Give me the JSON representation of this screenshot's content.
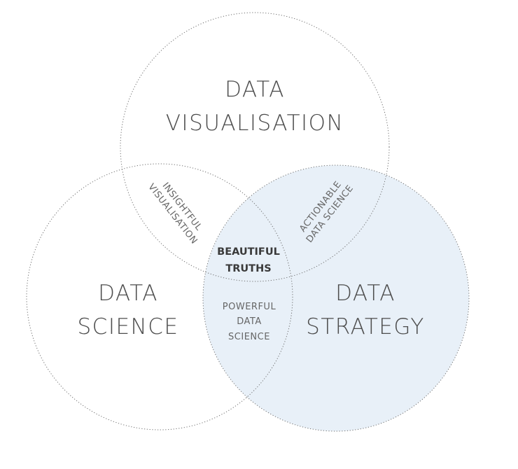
{
  "colors": {
    "strategy_fill": "#e8f0f8",
    "outline": "#6f6f6f",
    "big_text": "#4d4d4d",
    "small_text": "#666666",
    "center_text": "#3a3a3a"
  },
  "sets": {
    "visualisation": {
      "line1": "DATA",
      "line2": "VISUALISATION"
    },
    "science": {
      "line1": "DATA",
      "line2": "SCIENCE"
    },
    "strategy": {
      "line1": "DATA",
      "line2": "STRATEGY"
    }
  },
  "intersections": {
    "visualisation_science": {
      "line1": "INSIGHTFUL",
      "line2": "VISUALISATION"
    },
    "visualisation_strategy": {
      "line1": "ACTIONABLE",
      "line2": "DATA SCIENCE"
    },
    "science_strategy": {
      "line1": "POWERFUL",
      "line2": "DATA",
      "line3": "SCIENCE"
    },
    "all": {
      "line1": "BEAUTIFUL",
      "line2": "TRUTHS"
    }
  }
}
